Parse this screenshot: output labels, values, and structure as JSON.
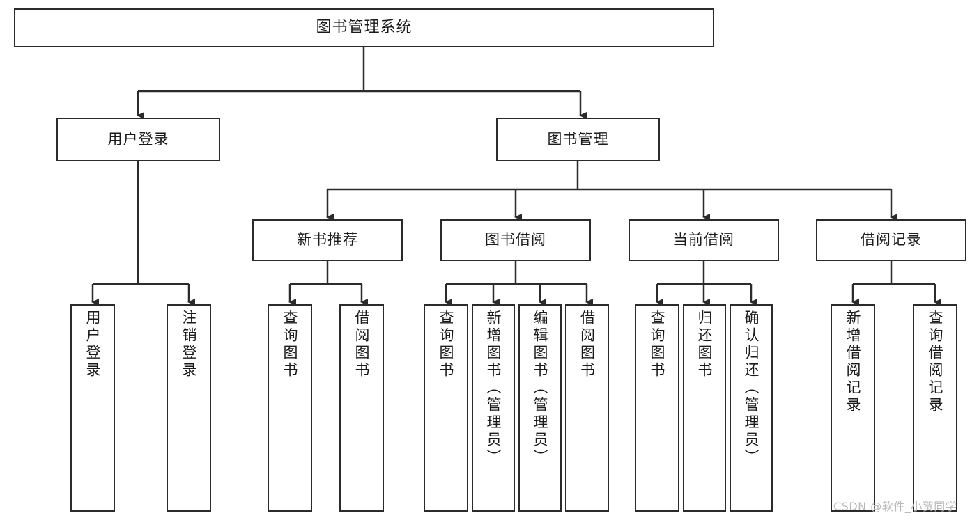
{
  "diagram": {
    "title": "图书管理系统",
    "type": "tree",
    "watermark": "CSDN @软件_小贺同学",
    "colors": {
      "background": "#ffffff",
      "border": "#2b2b2b",
      "text": "#1b1b1b",
      "watermark": "#b9b9b9"
    },
    "root": {
      "id": "root",
      "label": "图书管理系统"
    },
    "level1": [
      {
        "id": "l1-0",
        "label": "用户登录"
      },
      {
        "id": "l1-1",
        "label": "图书管理"
      }
    ],
    "level2": [
      {
        "id": "l2-0",
        "label": "新书推荐",
        "parent": "l1-1"
      },
      {
        "id": "l2-1",
        "label": "图书借阅",
        "parent": "l1-1"
      },
      {
        "id": "l2-2",
        "label": "当前借阅",
        "parent": "l1-1"
      },
      {
        "id": "l2-3",
        "label": "借阅记录",
        "parent": "l1-1"
      }
    ],
    "leaves": [
      {
        "id": "leaf-0",
        "label": "用户登录",
        "parent": "l1-0"
      },
      {
        "id": "leaf-1",
        "label": "注销登录",
        "parent": "l1-0"
      },
      {
        "id": "leaf-2",
        "label": "查询图书",
        "parent": "l2-0"
      },
      {
        "id": "leaf-3",
        "label": "借阅图书",
        "parent": "l2-0"
      },
      {
        "id": "leaf-4",
        "label": "查询图书",
        "parent": "l2-1"
      },
      {
        "id": "leaf-5",
        "label": "新增图书（管理员）",
        "parent": "l2-1"
      },
      {
        "id": "leaf-6",
        "label": "编辑图书（管理员）",
        "parent": "l2-1"
      },
      {
        "id": "leaf-7",
        "label": "借阅图书",
        "parent": "l2-1"
      },
      {
        "id": "leaf-8",
        "label": "查询图书",
        "parent": "l2-2"
      },
      {
        "id": "leaf-9",
        "label": "归还图书",
        "parent": "l2-2"
      },
      {
        "id": "leaf-10",
        "label": "确认归还（管理员）",
        "parent": "l2-2"
      },
      {
        "id": "leaf-11",
        "label": "新增借阅记录",
        "parent": "l2-3"
      },
      {
        "id": "leaf-12",
        "label": "查询借阅记录",
        "parent": "l2-3"
      }
    ]
  }
}
